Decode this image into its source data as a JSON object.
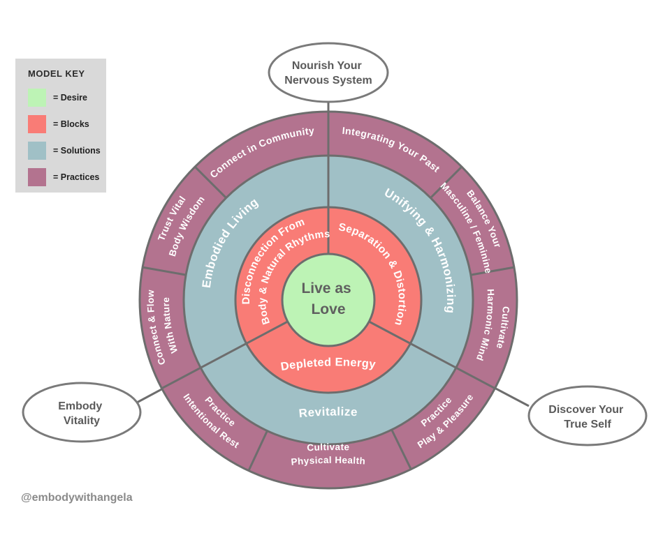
{
  "page": {
    "background": "#ffffff",
    "handle": "@embodywithangela"
  },
  "model_key": {
    "title": "MODEL KEY",
    "items": [
      {
        "label": "= Desire",
        "color": "#bdf3b5"
      },
      {
        "label": "= Blocks",
        "color": "#f97c76"
      },
      {
        "label": "= Solutions",
        "color": "#a0c0c6"
      },
      {
        "label": "= Practices",
        "color": "#b3738f"
      }
    ]
  },
  "callouts": {
    "top": {
      "lines": [
        "Nourish Your",
        "Nervous System"
      ]
    },
    "left": {
      "lines": [
        "Embody",
        "Vitality"
      ]
    },
    "right": {
      "lines": [
        "Discover Your",
        "True Self"
      ]
    }
  },
  "wheel": {
    "center": {
      "meaning": "Desire",
      "color": "#bdf3b5",
      "lines": [
        "Live as",
        "Love"
      ]
    },
    "blocks_ring": {
      "meaning": "Blocks",
      "color": "#f97c76",
      "segments": [
        {
          "lines": [
            "Disconnection From",
            "Body & Natural Rhythms"
          ]
        },
        {
          "lines": [
            "Separation & Distortion"
          ]
        },
        {
          "lines": [
            "Depleted Energy"
          ]
        }
      ]
    },
    "solutions_ring": {
      "meaning": "Solutions",
      "color": "#a0c0c6",
      "segments": [
        {
          "lines": [
            "Embodied Living"
          ]
        },
        {
          "lines": [
            "Unifying & Harmonizing"
          ]
        },
        {
          "lines": [
            "Revitalize"
          ]
        }
      ]
    },
    "practices_ring": {
      "meaning": "Practices",
      "color": "#b3738f",
      "segments": [
        {
          "lines": [
            "Connect in Community"
          ]
        },
        {
          "lines": [
            "Integrating Your Past"
          ]
        },
        {
          "lines": [
            "Balance Your",
            "Masculine / Feminine"
          ]
        },
        {
          "lines": [
            "Cultivate",
            "Harmonic Mind"
          ]
        },
        {
          "lines": [
            "Practice",
            "Play & Pleasure"
          ]
        },
        {
          "lines": [
            "Cultivate",
            "Physical Health"
          ]
        },
        {
          "lines": [
            "Practice",
            "Intentional Rest"
          ]
        },
        {
          "lines": [
            "Connect & Flow",
            "With Nature"
          ]
        },
        {
          "lines": [
            "Trust Vital",
            "Body Wisdom"
          ]
        }
      ]
    }
  }
}
